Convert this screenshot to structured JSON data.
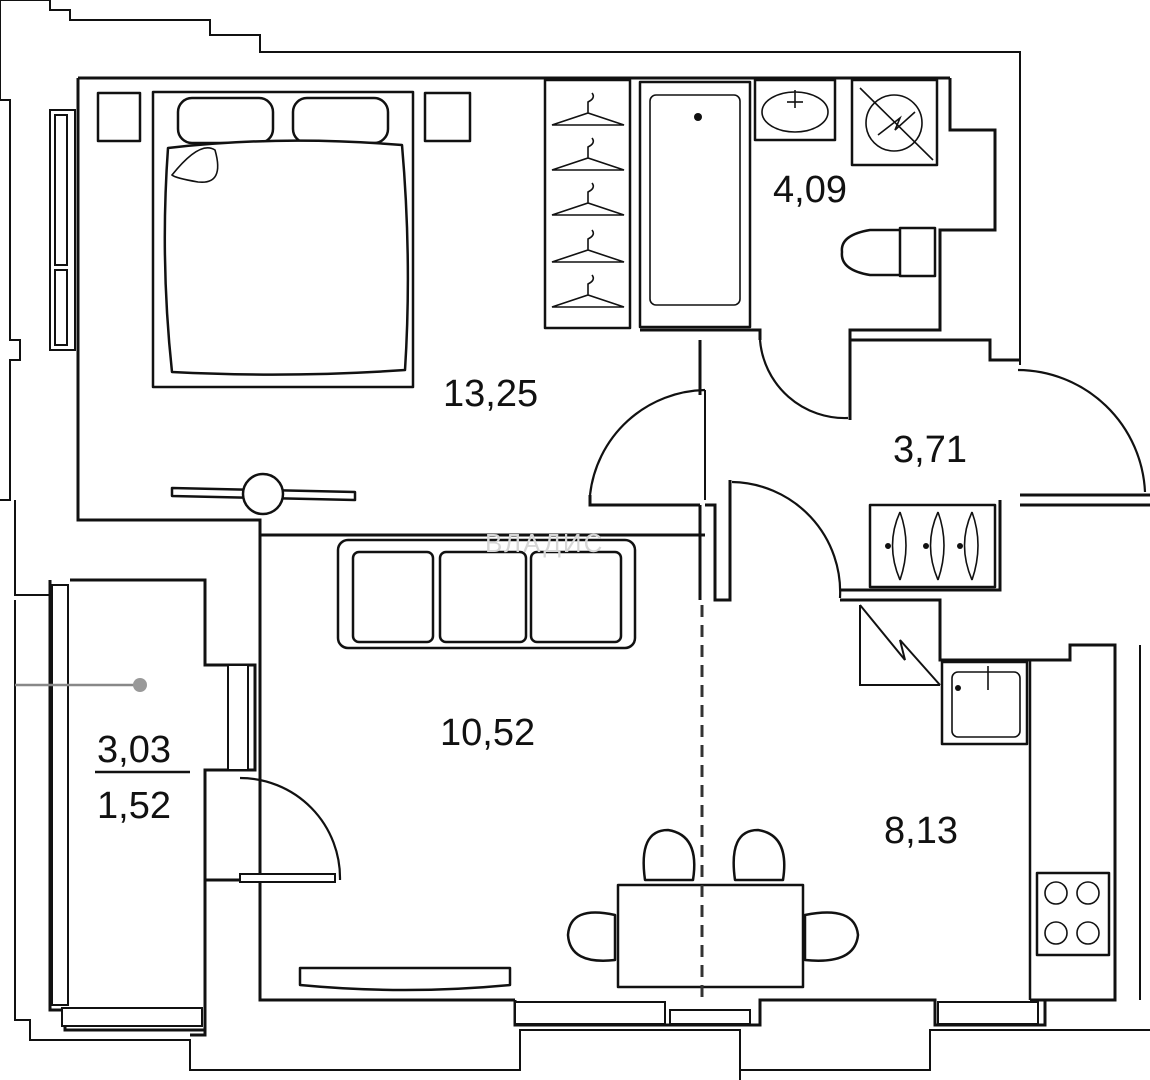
{
  "rooms": {
    "bedroom_area": "13,25",
    "bathroom_area": "4,09",
    "hall_area": "3,71",
    "living_area": "10,52",
    "kitchen_area": "8,13",
    "balcony_area_full": "3,03",
    "balcony_area_reduced": "1,52"
  },
  "watermark": "ВЛАДИС"
}
